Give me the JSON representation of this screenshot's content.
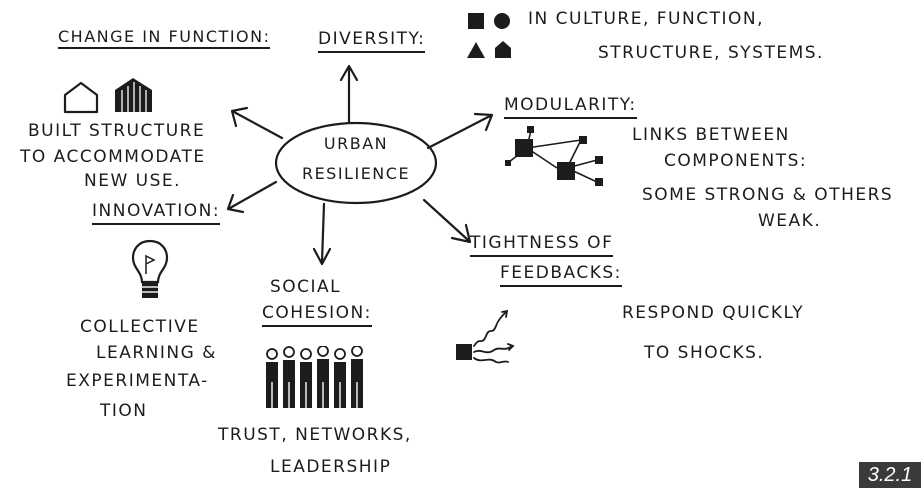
{
  "center": {
    "line1": "URBAN",
    "line2": "RESILIENCE"
  },
  "change_in_function": {
    "title": "CHANGE IN FUNCTION:",
    "line1": "BUILT STRUCTURE",
    "line2": "TO ACCOMMODATE",
    "line3": "NEW USE."
  },
  "diversity": {
    "title": "DIVERSITY:",
    "line1": "IN CULTURE, FUNCTION,",
    "line2": "STRUCTURE, SYSTEMS."
  },
  "modularity": {
    "title": "MODULARITY:",
    "line1": "LINKS BETWEEN",
    "line2": "COMPONENTS:",
    "line3": "SOME STRONG & OTHERS",
    "line4": "WEAK."
  },
  "innovation": {
    "title": "INNOVATION:",
    "line1": "COLLECTIVE",
    "line2": "LEARNING &",
    "line3": "EXPERIMENTA-",
    "line4": "TION"
  },
  "social_cohesion": {
    "title1": "SOCIAL",
    "title2": "COHESION:",
    "line1": "TRUST, NETWORKS,",
    "line2": "LEADERSHIP"
  },
  "tightness": {
    "title1": "TIGHTNESS OF",
    "title2": "FEEDBACKS:",
    "line1": "RESPOND QUICKLY",
    "line2": "TO SHOCKS."
  },
  "figure_number": "3.2.1",
  "colors": {
    "ink": "#1c1c1c",
    "background": "#ffffff",
    "badge": "#3a3a3a"
  },
  "icons": [
    "house-outline-icon",
    "house-filled-icon",
    "diversity-shapes-icon",
    "modularity-network-icon",
    "lightbulb-icon",
    "crowd-icon",
    "feedback-squiggle-icon"
  ]
}
